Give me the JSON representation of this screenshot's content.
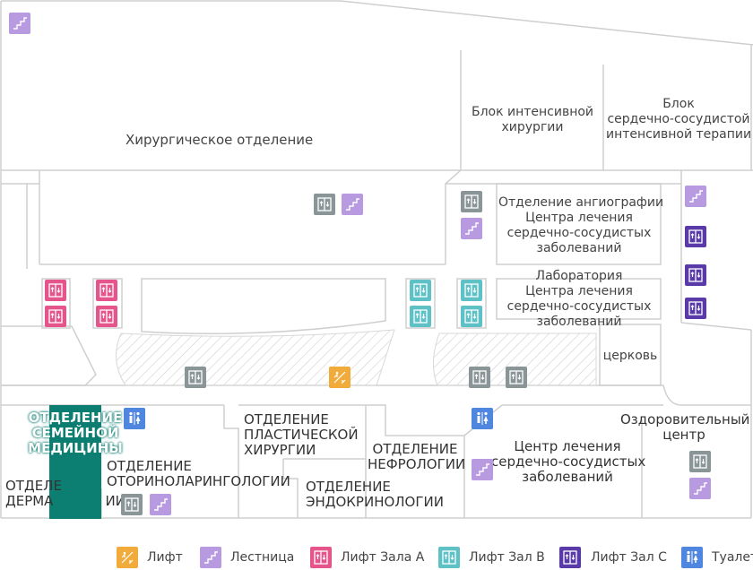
{
  "rooms": {
    "surgery": "Хирургическое отделение",
    "icu_surgery": [
      "Блок интенсивной",
      "хирургии"
    ],
    "icu_cardio": [
      "Блок",
      "сердечно-сосудистой",
      "интенсивной терапии"
    ],
    "angiography": [
      "Отделение ангиографии",
      "Центра лечения",
      "сердечно-сосудистых",
      "заболеваний"
    ],
    "laboratory": [
      "Лаборатория",
      "Центра лечения",
      "сердечно-сосудистых",
      "заболеваний"
    ],
    "church": "церковь",
    "family": [
      "ОТДЕЛЕНИЕ",
      "СЕМЕЙНОЙ",
      "МЕДИЦИНЫ"
    ],
    "derma": [
      "ОТДЕЛЕ",
      "ДЕРМА",
      "ИИ"
    ],
    "ent": [
      "ОТДЕЛЕНИЕ",
      "ОТОРИНОЛАРИНГОЛОГИИ"
    ],
    "plastic": [
      "ОТДЕЛЕНИЕ",
      "ПЛАСТИЧЕСКОЙ",
      "ХИРУРГИИ"
    ],
    "endocrinology": [
      "ОТДЕЛЕНИЕ",
      "ЭНДОКРИНОЛОГИИ"
    ],
    "nephrology": [
      "ОТДЕЛЕНИЕ",
      "НЕФРОЛОГИИ"
    ],
    "cardio_center": [
      "Центр лечения",
      "сердечно-сосудистых",
      "заболеваний"
    ],
    "wellness": [
      "Оздоровительный",
      "центр"
    ]
  },
  "legend": {
    "lift": "Лифт",
    "stairs": "Лестница",
    "lift_a": "Лифт Зала А",
    "lift_b": "Лифт Зал В",
    "lift_c": "Лифт Зал С",
    "toilet": "Туалет"
  },
  "colors": {
    "lift": "#f0ab3a",
    "stairs": "#b79ae0",
    "lift_a": "#e6548c",
    "lift_b": "#5ec1c6",
    "lift_c": "#5a3aa8",
    "toilet": "#4f86e0",
    "lift_gray": "#8a9598",
    "family_highlight": "#0d7f72"
  }
}
